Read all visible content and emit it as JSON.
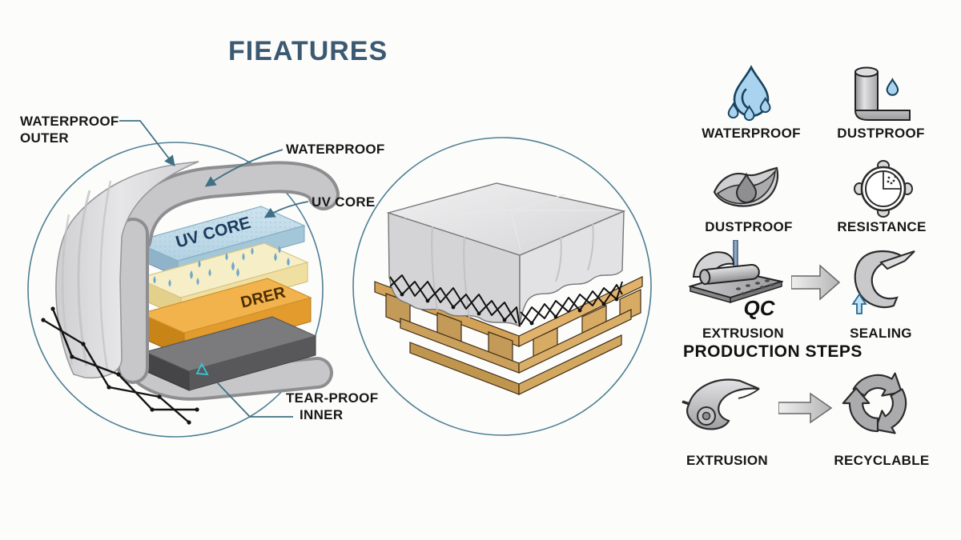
{
  "title": "FIEATURES",
  "colors": {
    "accent_teal": "#4e7f92",
    "title_blue": "#3b5971",
    "label_black": "#181818",
    "uv_layer_blue": "#c2dcea",
    "weave_layer_cream": "#f6eec6",
    "orange_layer": "#efa93e",
    "inner_layer_gray": "#58585a",
    "tarp_gray": "#d6d6d8",
    "water_blue": "#a9d3ee",
    "pallet_wood": "#d9a964"
  },
  "left_diagram": {
    "callout_outer_line1": "WATERPROOF",
    "callout_outer_line2": "OUTER",
    "callout_waterproof": "WATERPROOF",
    "callout_uv_core": "UV CORE",
    "callout_tear_line1": "TEAR-PROOF",
    "callout_tear_line2": "INNER",
    "layer_top_text": "UV CORE",
    "layer_mid_text": "DRER"
  },
  "features": [
    {
      "icon": "water-drop-icon",
      "label": "WATERPROOF"
    },
    {
      "icon": "pipe-drain-icon",
      "label": "DUSTPROOF"
    },
    {
      "icon": "fabric-drop-icon",
      "label": "DUSTPROOF"
    },
    {
      "icon": "gauge-icon",
      "label": "RESISTANCE"
    }
  ],
  "production": {
    "qc_label": "QC",
    "heading": "PRODUCTION STEPS",
    "steps": [
      {
        "icon": "extrusion-machine-icon",
        "label": "EXTRUSION"
      },
      {
        "icon": "sealing-sheet-icon",
        "label": "SEALING"
      },
      {
        "icon": "material-roll-icon",
        "label": "EXTRUSION"
      },
      {
        "icon": "recycle-icon",
        "label": "RECYCLABLE"
      }
    ]
  }
}
